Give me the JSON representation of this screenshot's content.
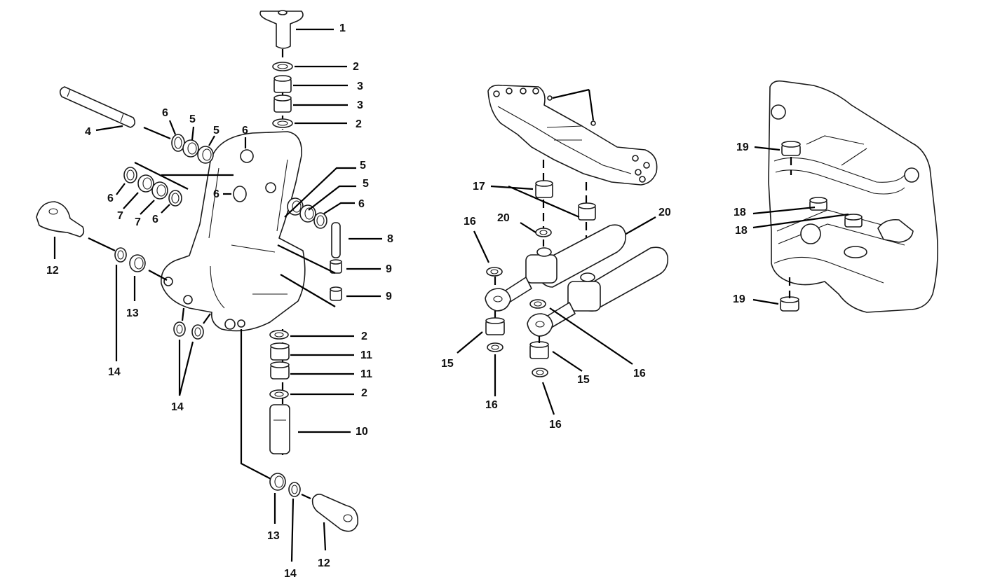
{
  "callouts": [
    {
      "id": "c1",
      "text": "1"
    },
    {
      "id": "c2a",
      "text": "2"
    },
    {
      "id": "c3a",
      "text": "3"
    },
    {
      "id": "c3b",
      "text": "3"
    },
    {
      "id": "c2b",
      "text": "2"
    },
    {
      "id": "c6a",
      "text": "6"
    },
    {
      "id": "c5a",
      "text": "5"
    },
    {
      "id": "c5b",
      "text": "5"
    },
    {
      "id": "c6b",
      "text": "6"
    },
    {
      "id": "c4",
      "text": "4"
    },
    {
      "id": "c5c",
      "text": "5"
    },
    {
      "id": "c5d",
      "text": "5"
    },
    {
      "id": "c6c",
      "text": "6"
    },
    {
      "id": "c6d",
      "text": "6"
    },
    {
      "id": "c6e",
      "text": "6"
    },
    {
      "id": "c7a",
      "text": "7"
    },
    {
      "id": "c7b",
      "text": "7"
    },
    {
      "id": "c6f",
      "text": "6"
    },
    {
      "id": "c8",
      "text": "8"
    },
    {
      "id": "c9a",
      "text": "9"
    },
    {
      "id": "c9b",
      "text": "9"
    },
    {
      "id": "c12a",
      "text": "12"
    },
    {
      "id": "c13a",
      "text": "13"
    },
    {
      "id": "c14a",
      "text": "14"
    },
    {
      "id": "c14b",
      "text": "14"
    },
    {
      "id": "c2c",
      "text": "2"
    },
    {
      "id": "c11a",
      "text": "11"
    },
    {
      "id": "c11b",
      "text": "11"
    },
    {
      "id": "c2d",
      "text": "2"
    },
    {
      "id": "c10",
      "text": "10"
    },
    {
      "id": "c13b",
      "text": "13"
    },
    {
      "id": "c14c",
      "text": "14"
    },
    {
      "id": "c12b",
      "text": "12"
    },
    {
      "id": "c17",
      "text": "17"
    },
    {
      "id": "c16a",
      "text": "16"
    },
    {
      "id": "c20a",
      "text": "20"
    },
    {
      "id": "c20b",
      "text": "20"
    },
    {
      "id": "c15a",
      "text": "15"
    },
    {
      "id": "c16b",
      "text": "16"
    },
    {
      "id": "c16c",
      "text": "16"
    },
    {
      "id": "c15b",
      "text": "15"
    },
    {
      "id": "c16d",
      "text": "16"
    },
    {
      "id": "c19a",
      "text": "19"
    },
    {
      "id": "c18a",
      "text": "18"
    },
    {
      "id": "c18b",
      "text": "18"
    },
    {
      "id": "c19b",
      "text": "19"
    }
  ]
}
